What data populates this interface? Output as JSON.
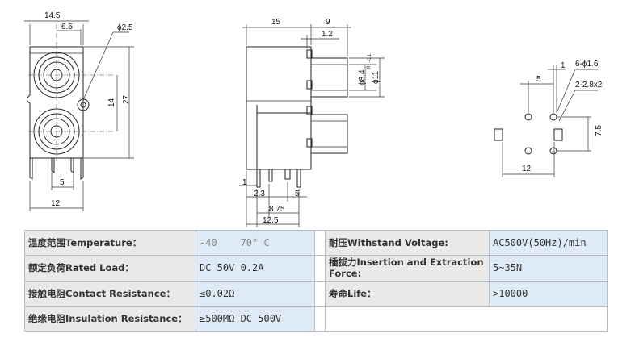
{
  "drawing": {
    "front_view": {
      "dim_width": "14.5",
      "dim_center": "6.5",
      "dim_hole": "ϕ2.5",
      "dim_pitch": "14",
      "dim_height": "27",
      "dim_pin": "5",
      "dim_base": "12"
    },
    "side_view": {
      "dim_body": "15",
      "dim_shaft": "9",
      "dim_step": "1.2",
      "dim_inner_dia": "ϕ8.4",
      "dim_inner_tol": "-0.1",
      "dim_inner_tol2": "0",
      "dim_outer_dia": "ϕ11",
      "dim_pin_offset": "1",
      "dim_pin_a": "2.3",
      "dim_pin_b": "5",
      "dim_pin_c": "8.75",
      "dim_pin_d": "12.5"
    },
    "pcb_layout": {
      "dim_small": "1",
      "dim_holes": "6-ϕ1.6",
      "dim_spacing": "5",
      "dim_slots": "2-2.8x2",
      "dim_vertical": "7.5",
      "dim_width": "12"
    }
  },
  "specs": [
    {
      "label": "温度范围Temperature：",
      "value": "-40    70° C",
      "label2": "耐压Withstand Voltage:",
      "value2": "AC500V(50Hz)/min"
    },
    {
      "label": "额定负荷Rated Load：",
      "value": "DC 50V 0.2A",
      "label2": "插拔力Insertion and Extraction Force:",
      "value2": "5~35N"
    },
    {
      "label": "接触电阻Contact Resistance：",
      "value": "≤0.02Ω",
      "label2": "寿命Life：",
      "value2": ">10000"
    },
    {
      "label": "绝缘电阻Insulation Resistance：",
      "value": "≥500MΩ DC 500V",
      "label2": "",
      "value2": ""
    }
  ]
}
